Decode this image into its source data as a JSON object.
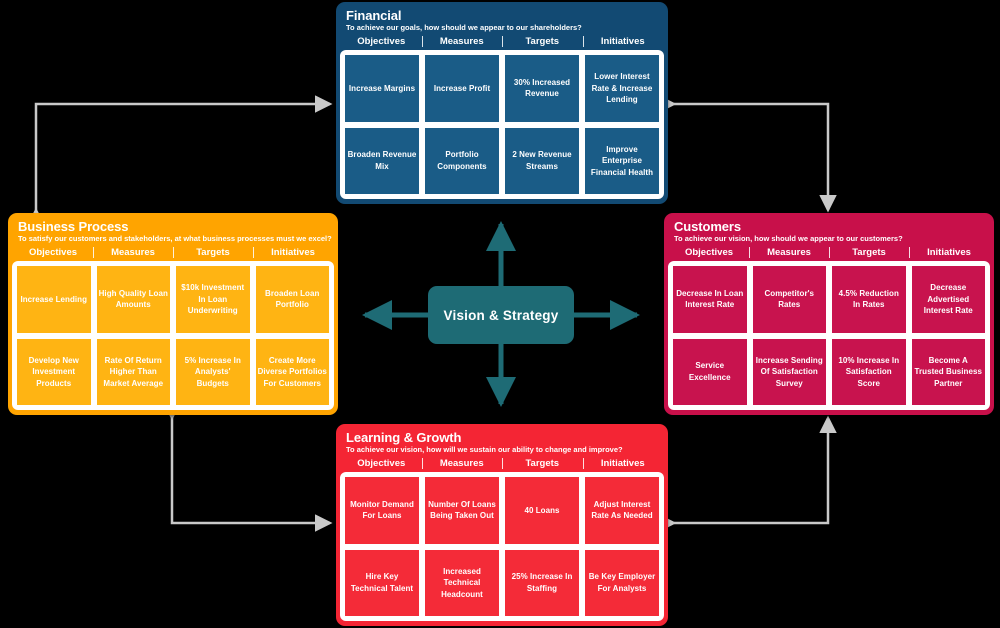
{
  "diagram": {
    "center": {
      "label": "Vision & Strategy",
      "color": "#1E6B75"
    },
    "column_headers": [
      "Objectives",
      "Measures",
      "Targets",
      "Initiatives"
    ],
    "panels": [
      {
        "id": "financial",
        "title": "Financial",
        "subtitle": "To achieve our goals, how should we appear to our shareholders?",
        "color": "#124A73",
        "cell_color": "#1A5C87",
        "rows": [
          [
            "Increase Margins",
            "Increase Profit",
            "30% Increased Revenue",
            "Lower Interest Rate & Increase Lending"
          ],
          [
            "Broaden Revenue Mix",
            "Portfolio Components",
            "2 New Revenue Streams",
            "Improve Enterprise Financial Health"
          ]
        ]
      },
      {
        "id": "business",
        "title": "Business Process",
        "subtitle": "To satisfy our customers and stakeholders, at what business processes must we excel?",
        "color": "#FFA400",
        "cell_color": "#FFB413",
        "rows": [
          [
            "Increase Lending",
            "High Quality Loan Amounts",
            "$10k Investment In Loan Underwriting",
            "Broaden Loan Portfolio"
          ],
          [
            "Develop New Investment Products",
            "Rate Of Return Higher Than Market Average",
            "5% Increase In Analysts' Budgets",
            "Create More Diverse Portfolios For Customers"
          ]
        ]
      },
      {
        "id": "customers",
        "title": "Customers",
        "subtitle": "To achieve our vision, how should we appear to our customers?",
        "color": "#C8104A",
        "cell_color": "#C8134E",
        "rows": [
          [
            "Decrease In Loan Interest Rate",
            "Competitor's Rates",
            "4.5% Reduction In Rates",
            "Decrease Advertised Interest Rate"
          ],
          [
            "Service Excellence",
            "Increase Sending Of Satisfaction Survey",
            "10% Increase In Satisfaction Score",
            "Become A Trusted Business Partner"
          ]
        ]
      },
      {
        "id": "learning",
        "title": "Learning & Growth",
        "subtitle": "To achieve our vision, how will we sustain our ability to change and improve?",
        "color": "#F42534",
        "cell_color": "#F42B38",
        "rows": [
          [
            "Monitor Demand For Loans",
            "Number Of Loans Being Taken Out",
            "40 Loans",
            "Adjust Interest Rate As Needed"
          ],
          [
            "Hire Key Technical Talent",
            "Increased Technical Headcount",
            "25% Increase In Staffing",
            "Be Key Employer For Analysts"
          ]
        ]
      }
    ],
    "connector_color": "#C9C9C9",
    "arrow_color": "#1E6B75"
  }
}
